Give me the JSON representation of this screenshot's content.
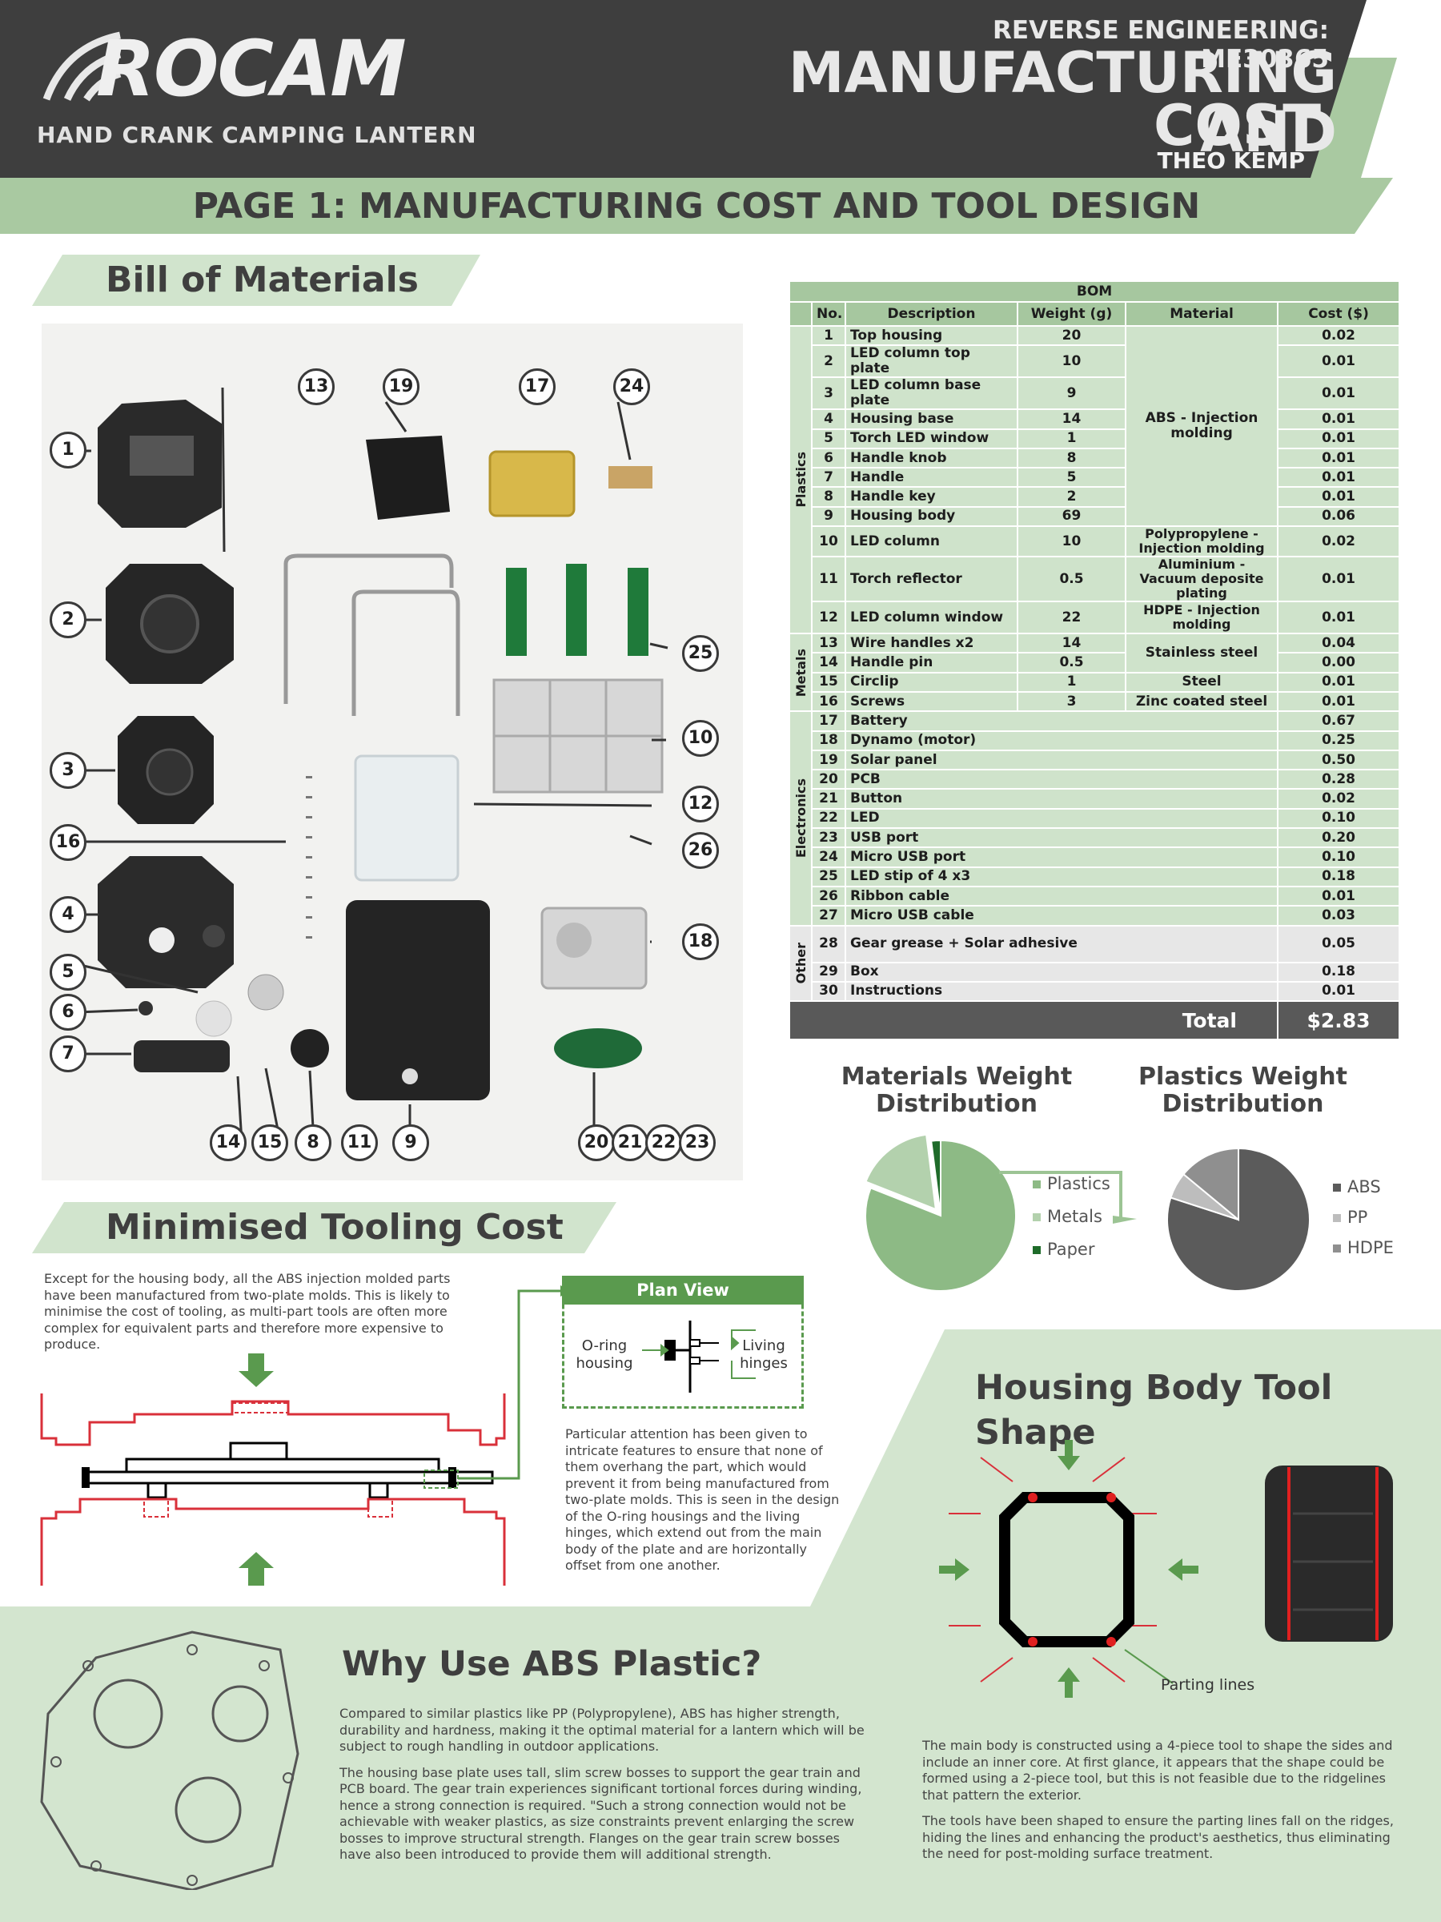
{
  "header": {
    "brand": "ROCAM",
    "product": "HAND CRANK CAMPING LANTERN",
    "course": "REVERSE ENGINEERING: ME30365",
    "title_line1": "MANUFACTURING AND",
    "title_line2": "COST",
    "author": "THEO KEMP",
    "page_title": "PAGE 1: MANUFACTURING COST AND TOOL DESIGN"
  },
  "bom_section": {
    "title": "Bill of Materials",
    "callouts": [
      "1",
      "2",
      "3",
      "4",
      "5",
      "6",
      "7",
      "8",
      "9",
      "10",
      "11",
      "12",
      "13",
      "14",
      "15",
      "16",
      "17",
      "18",
      "19",
      "20",
      "21",
      "22",
      "23",
      "24",
      "25",
      "26"
    ]
  },
  "bom": {
    "caption": "BOM",
    "headers": [
      "No.",
      "Description",
      "Weight (g)",
      "Material",
      "Cost ($)"
    ],
    "categories": {
      "plastics": "Plastics",
      "metals": "Metals",
      "electronics": "Electronics",
      "other": "Other"
    },
    "materials": {
      "abs": "ABS - Injection molding",
      "pp": "Polypropylene - Injection molding",
      "al": "Aluminium - Vacuum deposite plating",
      "hdpe": "HDPE - Injection molding",
      "ss": "Stainless steel",
      "steel": "Steel",
      "zinc": "Zinc coated steel"
    },
    "rows": [
      {
        "no": "1",
        "desc": "Top housing",
        "weight": "20",
        "cost": "0.02"
      },
      {
        "no": "2",
        "desc": "LED column  top plate",
        "weight": "10",
        "cost": "0.01"
      },
      {
        "no": "3",
        "desc": "LED column base plate",
        "weight": "9",
        "cost": "0.01"
      },
      {
        "no": "4",
        "desc": "Housing base",
        "weight": "14",
        "cost": "0.01"
      },
      {
        "no": "5",
        "desc": "Torch LED window",
        "weight": "1",
        "cost": "0.01"
      },
      {
        "no": "6",
        "desc": "Handle knob",
        "weight": "8",
        "cost": "0.01"
      },
      {
        "no": "7",
        "desc": "Handle",
        "weight": "5",
        "cost": "0.01"
      },
      {
        "no": "8",
        "desc": "Handle key",
        "weight": "2",
        "cost": "0.01"
      },
      {
        "no": "9",
        "desc": "Housing body",
        "weight": "69",
        "cost": "0.06"
      },
      {
        "no": "10",
        "desc": "LED column",
        "weight": "10",
        "cost": "0.02"
      },
      {
        "no": "11",
        "desc": "Torch reflector",
        "weight": "0.5",
        "cost": "0.01"
      },
      {
        "no": "12",
        "desc": "LED column window",
        "weight": "22",
        "cost": "0.01"
      },
      {
        "no": "13",
        "desc": "Wire handles x2",
        "weight": "14",
        "cost": "0.04"
      },
      {
        "no": "14",
        "desc": "Handle pin",
        "weight": "0.5",
        "cost": "0.00"
      },
      {
        "no": "15",
        "desc": "Circlip",
        "weight": "1",
        "cost": "0.01"
      },
      {
        "no": "16",
        "desc": "Screws",
        "weight": "3",
        "cost": "0.01"
      },
      {
        "no": "17",
        "desc": "Battery",
        "weight": "",
        "cost": "0.67"
      },
      {
        "no": "18",
        "desc": "Dynamo (motor)",
        "weight": "",
        "cost": "0.25"
      },
      {
        "no": "19",
        "desc": "Solar panel",
        "weight": "",
        "cost": "0.50"
      },
      {
        "no": "20",
        "desc": "PCB",
        "weight": "",
        "cost": "0.28"
      },
      {
        "no": "21",
        "desc": "Button",
        "weight": "",
        "cost": "0.02"
      },
      {
        "no": "22",
        "desc": "LED",
        "weight": "",
        "cost": "0.10"
      },
      {
        "no": "23",
        "desc": "USB port",
        "weight": "",
        "cost": "0.20"
      },
      {
        "no": "24",
        "desc": "Micro USB port",
        "weight": "",
        "cost": "0.10"
      },
      {
        "no": "25",
        "desc": "LED stip of 4 x3",
        "weight": "",
        "cost": "0.18"
      },
      {
        "no": "26",
        "desc": "Ribbon cable",
        "weight": "",
        "cost": "0.01"
      },
      {
        "no": "27",
        "desc": "Micro USB cable",
        "weight": "",
        "cost": "0.03"
      },
      {
        "no": "28",
        "desc": "Gear grease + Solar adhesive",
        "weight": "",
        "cost": "0.05"
      },
      {
        "no": "29",
        "desc": "Box",
        "weight": "",
        "cost": "0.18"
      },
      {
        "no": "30",
        "desc": "Instructions",
        "weight": "",
        "cost": "0.01"
      }
    ],
    "total_label": "Total",
    "total_value": "$2.83"
  },
  "chart_data": [
    {
      "type": "pie",
      "title": "Materials Weight Distribution",
      "categories": [
        "Plastics",
        "Metals",
        "Paper"
      ],
      "values": [
        81,
        17,
        2
      ],
      "colors": [
        "#8dba85",
        "#b3d1ad",
        "#1f6b2a"
      ]
    },
    {
      "type": "pie",
      "title": "Plastics Weight Distribution",
      "categories": [
        "ABS",
        "PP",
        "HDPE"
      ],
      "values": [
        80,
        6,
        14
      ],
      "colors": [
        "#5b5b5b",
        "#bdbdbd",
        "#8f8f8f"
      ]
    }
  ],
  "tooling": {
    "title": "Minimised Tooling Cost",
    "intro": "Except for the housing body, all the ABS injection molded parts have been manufactured from two-plate molds. This is likely to minimise the cost of tooling, as multi-part tools are often more complex for equivalent parts and therefore more expensive to produce.",
    "plan_view": "Plan View",
    "oring_label": "O-ring housing",
    "hinges_label": "Living hinges",
    "detail": "Particular attention has been given to intricate features to ensure that none of them overhang the part, which would prevent it from being manufactured from two-plate molds. This is seen in the design of the O-ring housings and the living hinges, which extend out from the main body of the plate and are horizontally offset from one another."
  },
  "housing_tool": {
    "title": "Housing Body Tool Shape",
    "parting_label": "Parting lines",
    "para1": "The main body is constructed using a 4-piece tool to shape the sides and include an inner core. At first glance, it appears that the shape could be formed using a 2-piece tool, but this is not feasible due to the ridgelines that pattern the exterior.",
    "para2": "The tools have been shaped to ensure the parting lines fall on the ridges, hiding the lines and enhancing the product's aesthetics, thus eliminating the need for post-molding surface treatment."
  },
  "abs": {
    "title": "Why Use ABS Plastic?",
    "para1": "Compared to similar plastics like PP (Polypropylene), ABS has higher strength, durability and hardness, making it the optimal material for a lantern which will be subject to rough handling in outdoor applications.",
    "para2": "The housing base plate uses tall, slim screw bosses to support the gear train and PCB board. The gear train experiences significant tortional forces during winding, hence a strong connection is required. \"Such a strong connection would not be achievable with weaker plastics, as size constraints prevent enlarging the screw bosses to improve structural strength. Flanges on the gear train screw bosses have also been introduced to provide them will additional strength."
  }
}
